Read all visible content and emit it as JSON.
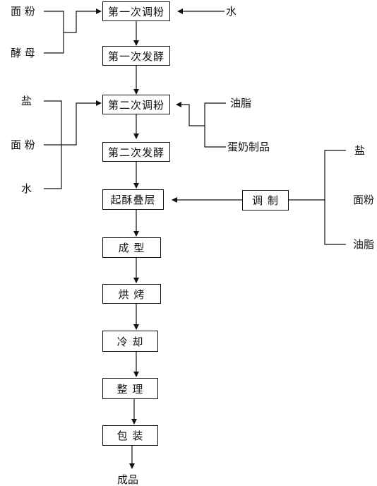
{
  "steps": {
    "mix1": "第一次调粉",
    "ferment1": "第一次发酵",
    "mix2": "第二次调粉",
    "ferment2": "第二次发酵",
    "laminate": "起酥叠层",
    "shape": "成 型",
    "bake": "烘 烤",
    "cool": "冷 却",
    "finish": "整 理",
    "pack": "包 装",
    "product": "成品"
  },
  "inputs_mix1": {
    "flour": "面 粉",
    "yeast": "酵 母",
    "water": "水"
  },
  "inputs_mix2": {
    "salt": "盐",
    "flour": "面 粉",
    "water": "水",
    "fat": "油脂",
    "dairy_egg": "蛋奶制品"
  },
  "prep": {
    "label": "调 制",
    "salt": "盐",
    "flour": "面粉",
    "fat": "油脂"
  }
}
